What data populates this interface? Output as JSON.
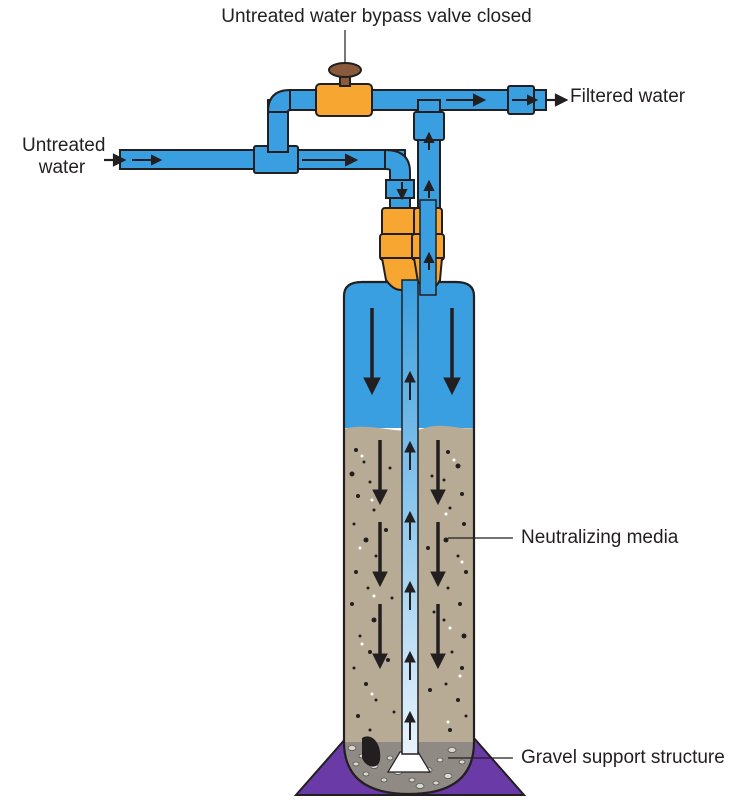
{
  "labels": {
    "bypass_valve": "Untreated water bypass valve closed",
    "untreated_water_line1": "Untreated",
    "untreated_water_line2": "water",
    "filtered_water": "Filtered water",
    "neutralizing_media": "Neutralizing media",
    "gravel_support": "Gravel support structure"
  },
  "colors": {
    "pipe_water": "#3a9fe0",
    "fitting": "#f7a731",
    "media": "#b8ab96",
    "base": "#6a3aa6",
    "outline": "#231f20",
    "riser_tube": "#9cc9ef"
  }
}
